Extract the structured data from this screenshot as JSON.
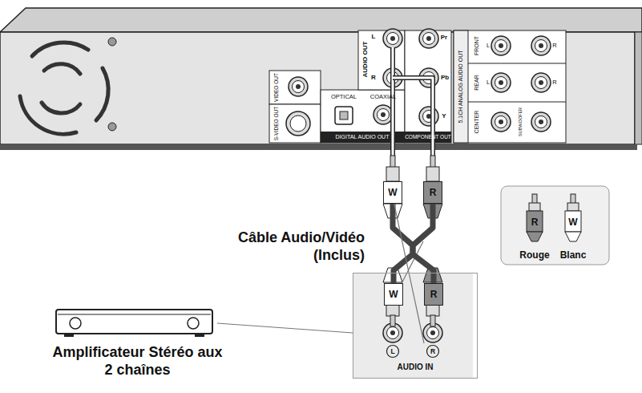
{
  "diagram": {
    "nodes": [
      {
        "text": [
          "W"
        ]
      },
      {
        "text": [
          "R"
        ]
      },
      {
        "text": [
          "AUDIO IN"
        ]
      },
      {
        "text": [
          "W"
        ],
        "in": 2
      },
      {
        "text": [
          "R"
        ],
        "in": 2
      },
      {
        "text": [
          "Amplificateur Stéréo aux 2 chaînes"
        ]
      }
    ],
    "edges": [
      {
        "from": 0,
        "to": 3,
        "arrow": "none"
      },
      {
        "from": 0,
        "to": 4,
        "arrow": "none"
      },
      {
        "from": 1,
        "to": 3,
        "arrow": "none"
      },
      {
        "from": 1,
        "to": 4,
        "arrow": "none"
      },
      {
        "from": 5,
        "to": 2,
        "arrow": "none"
      }
    ],
    "labels": [
      "AUDIO OUT",
      "L",
      "R",
      "Pr",
      "Pb",
      "Y",
      "COMPONENT OUT",
      "VIDEO OUT",
      "S-VIDEO OUT",
      "OPTICAL",
      "COAXIAL",
      "DIGITAL AUDIO OUT",
      "5.1CH ANALOG AUDIO OUT",
      "FRONT",
      "L",
      "R",
      "REAR",
      "L",
      "R",
      "CENTER",
      "SUBWOOFER",
      "Câble Audio/Vidéo (Inclus)",
      "R",
      "W",
      "L",
      "R"
    ],
    "legend": [
      {
        "text": "Rouge"
      },
      {
        "text": "Blanc"
      }
    ]
  }
}
